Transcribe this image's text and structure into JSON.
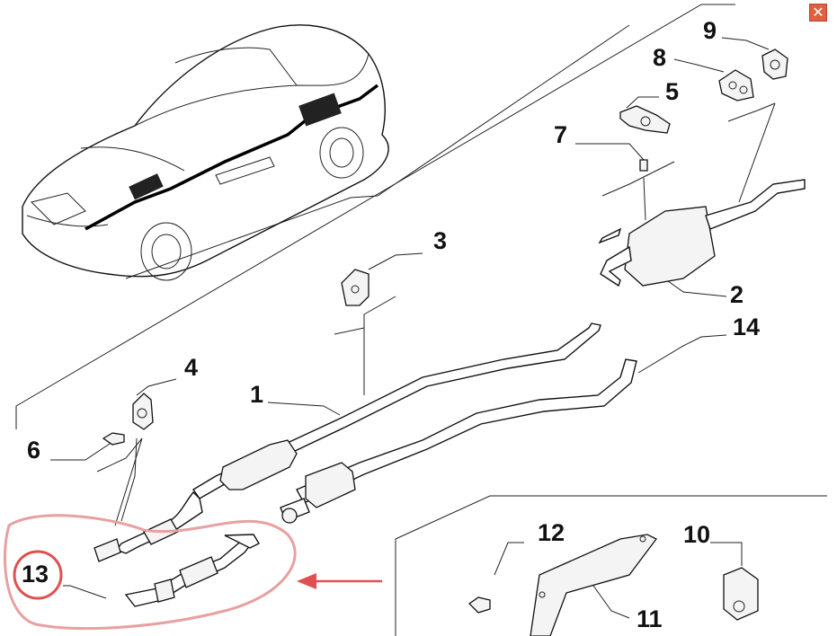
{
  "window": {
    "close_symbol": "✕",
    "close_color": "#e0603f"
  },
  "callouts": {
    "p1": "1",
    "p2": "2",
    "p3": "3",
    "p4": "4",
    "p5": "5",
    "p6": "6",
    "p7": "7",
    "p8": "8",
    "p9": "9",
    "p10": "10",
    "p11": "11",
    "p12": "12",
    "p13": "13",
    "p14": "14"
  },
  "highlight": {
    "color": "#e05050",
    "target_part": "13"
  }
}
